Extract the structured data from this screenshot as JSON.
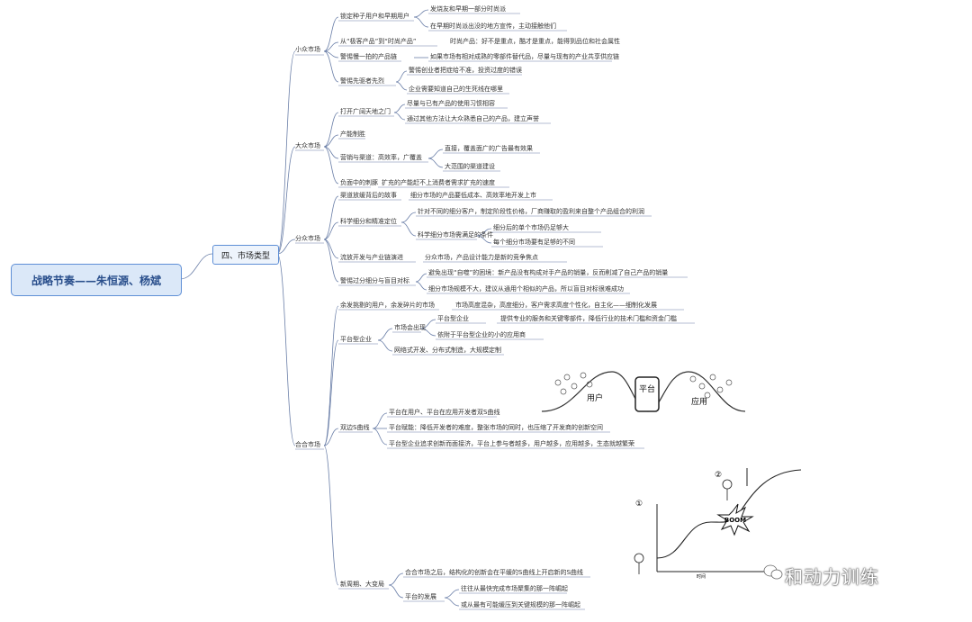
{
  "root": {
    "title": "战略节奏——朱恒源、杨斌"
  },
  "main_topic": {
    "label": "四、市场类型"
  },
  "branches": [
    {
      "label": "小众市场",
      "children": [
        {
          "label": "锁定种子用户和早期用户",
          "children": [
            "发烧友和早期一部分时尚派",
            "在早期时尚派出没的地方宣传，主动接触他们"
          ]
        },
        {
          "label": "从“极客产品”到“时尚产品”",
          "children": [
            "时尚产品：好不是重点，酷才是重点，能得到品位和社会属性"
          ]
        },
        {
          "label": "警惕慢一拍的产品链",
          "children": [
            "如果市场有相对成熟的零部件替代品，尽量与现有的产业共享供应链"
          ]
        },
        {
          "label": "警惕先驱者先烈",
          "children": [
            "警惕创业者把症给不准，投资过度的错误",
            "企业需要知道自己的生死线在哪里"
          ]
        }
      ]
    },
    {
      "label": "大众市场",
      "children": [
        {
          "label": "打开广阔天地之门",
          "children": [
            "尽量与已有产品的使用习惯相容",
            "通过其他方法让大众熟悉自己的产品，建立声誉"
          ]
        },
        {
          "label": "产能制胜",
          "children": []
        },
        {
          "label": "营销与渠道：高效率，广覆盖",
          "children": [
            "直接，覆盖面广的广告最有效果",
            "大范围的渠道建设"
          ]
        },
        {
          "label": "负面中的刺豚",
          "children": [
            "扩充的产能赶不上消费者需求扩充的速度"
          ]
        }
      ]
    },
    {
      "label": "分众市场",
      "children": [
        {
          "label": "渠道放缓背后的故事",
          "children": [
            "细分市场的产品要低成本、高效率地开发上市"
          ]
        },
        {
          "label": "科学细分和精准定位",
          "children": [
            "针对不同的细分客户，制定阶段性价格，厂商赚取的盈利来自整个产品组合的利润",
            "科学细分市场需满足的条件: 细分后的单个市场仍足够大; 每个细分市场要有足够的不同"
          ]
        },
        {
          "label": "流放开发与产业链演进",
          "children": [
            "分众市场，产品设计能力是新的竞争焦点"
          ]
        },
        {
          "label": "警惕过分细分与盲目对标",
          "children": [
            "避免出现“自噬”的困境：新产品没有构成对手产品的销量，反而削减了自己产品的销量",
            "细分市场规模不大，建议从通用个相似的产品，所以盲目对标很难成功"
          ]
        }
      ]
    },
    {
      "label": "合合市场",
      "children": [
        {
          "label": "余发挑剔的用户，余发碎片的市场",
          "children": [
            "市场高度混杂，高度细分，客户需求高度个性化，自主化——细制化发展"
          ]
        },
        {
          "label": "平台型企业",
          "children": [
            "市场会出现: 平台型企业——提供专业的服务和关键零部件，降低行业的技术门槛和资金门槛; 依附于平台型企业的小的应用商",
            "网络式开发、分布式制造，大规模定制"
          ]
        },
        {
          "label": "双边S曲线",
          "children": [
            "平台在用户、平台在应用开发者双S曲线",
            "平台赋能：降低开发者的难度，整张市场的同时，也压缩了开发商的创新空间",
            "平台型企业追求创新而面接济，平台上参与者越多，用户越多，应用越多，生态就越繁荣"
          ]
        },
        {
          "label": "新周期、大变局",
          "children": [
            "合合市场之后，结构化的创新会在平缓的S曲线上开启新的S曲线",
            "平台的发展: 往往从最快完成市场聚集的那一阵崛起; 或从最有可能缓压到关键规模的那一阵崛起"
          ]
        }
      ]
    }
  ],
  "labels": {
    "b1": "小众市场",
    "b2": "大众市场",
    "b3": "分众市场",
    "b4": "合合市场",
    "a1": "锁定种子用户和早期用户",
    "a1a": "发烧友和早期一部分时尚派",
    "a1b": "在早期时尚派出没的地方宣传，主动接触他们",
    "a2": "从“极客产品”到“时尚产品”",
    "a2a": "时尚产品：好不是重点，酷才是重点，能得到品位和社会属性",
    "a3": "警惕慢一拍的产品链",
    "a3a": "如果市场有相对成熟的零部件替代品，尽量与现有的产业共享供应链",
    "a4": "警惕先驱者先烈",
    "a4a": "警惕创业者把症给不准，投资过度的错误",
    "a4b": "企业需要知道自己的生死线在哪里",
    "c1": "打开广阔天地之门",
    "c1a": "尽量与已有产品的使用习惯相容",
    "c1b": "通过其他方法让大众熟悉自己的产品，建立声誉",
    "c2": "产能制胜",
    "c3": "营销与渠道：高效率，广覆盖",
    "c3a": "直接，覆盖面广的广告最有效果",
    "c3b": "大范围的渠道建设",
    "c4": "负面中的刺豚",
    "c4a": "扩充的产能赶不上消费者需求扩充的速度",
    "d1": "渠道放缓背后的故事",
    "d1a": "细分市场的产品要低成本、高效率地开发上市",
    "d2": "科学细分和精准定位",
    "d2a": "针对不同的细分客户，制定阶段性价格，厂商赚取的盈利来自整个产品组合的利润",
    "d2b": "科学细分市场需满足的条件",
    "d2b1": "细分后的单个市场仍足够大",
    "d2b2": "每个细分市场要有足够的不同",
    "d3": "流放开发与产业链演进",
    "d3a": "分众市场，产品设计能力是新的竞争焦点",
    "d4": "警惕过分细分与盲目对标",
    "d4a": "避免出现“自噬”的困境：新产品没有构成对手产品的销量，反而削减了自己产品的销量",
    "d4b": "细分市场规模不大，建议从通用个相似的产品，所以盲目对标很难成功",
    "e1": "余发挑剔的用户，余发碎片的市场",
    "e1a": "市场高度混杂，高度细分，客户需求高度个性化，自主化——细制化发展",
    "e2": "平台型企业",
    "e2a": "市场会出现",
    "e2a1": "平台型企业",
    "e2a1x": "提供专业的服务和关键零部件，降低行业的技术门槛和资金门槛",
    "e2a2": "依附于平台型企业的小的应用商",
    "e2b": "网络式开发、分布式制造，大规模定制",
    "e3": "双边S曲线",
    "e3a": "平台在用户、平台在应用开发者双S曲线",
    "e3b": "平台赋能：降低开发者的难度，整张市场的同时，也压缩了开发商的创新空间",
    "e3c": "平台型企业追求创新而面接济，平台上参与者越多，用户越多，应用越多，生态就越繁荣",
    "e4": "新周期、大变局",
    "e4a": "合合市场之后，结构化的创新会在平缓的S曲线上开启新的S曲线",
    "e4b": "平台的发展",
    "e4b1": "往往从最快完成市场聚集的那一阵崛起",
    "e4b2": "或从最有可能缓压到关键规模的那一阵崛起",
    "sketch_platform": "平台",
    "sketch_user": "用户",
    "sketch_app": "应用",
    "sketch_boom": "BOOM",
    "sketch_num1": "①",
    "sketch_num2": "②",
    "sketch_time": "时间"
  },
  "watermark": {
    "text": "和动力训练"
  }
}
